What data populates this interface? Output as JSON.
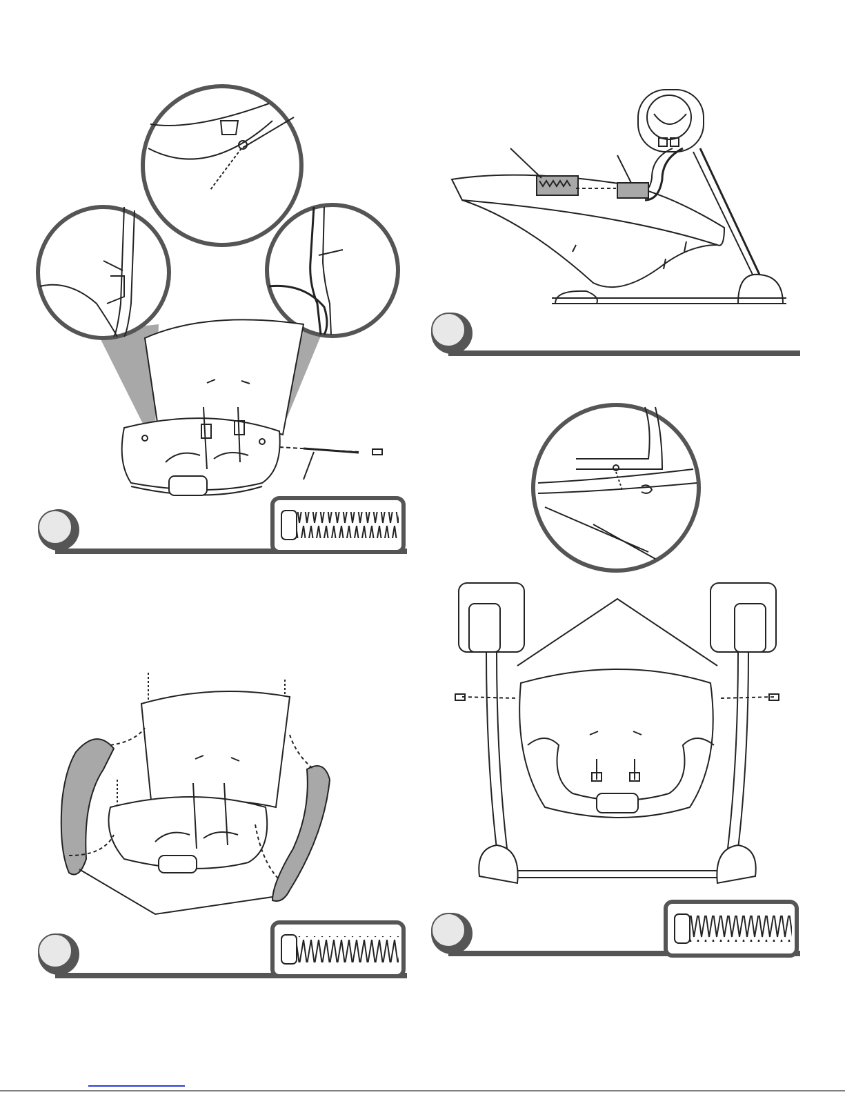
{
  "document": {
    "type": "assembly-instructions",
    "steps": [
      {
        "panel": "seat-frame-attach",
        "callouts": [
          "detail-left",
          "detail-top",
          "detail-right"
        ],
        "hardware": "screw"
      },
      {
        "panel": "seat-to-swing-arm-side-view",
        "callouts": [
          "seat-slot",
          "swing-arm"
        ],
        "hardware": "none"
      },
      {
        "panel": "handle-attach",
        "callouts": [
          "handles"
        ],
        "hardware": "screw"
      },
      {
        "panel": "swing-front-view",
        "callouts": [
          "detail-screw-hole",
          "side-arms"
        ],
        "hardware": "screw"
      }
    ]
  },
  "colors": {
    "line": "#222222",
    "gray_bar": "#555555",
    "shade": "#a8a8a8",
    "link": "#2a3bd8"
  }
}
